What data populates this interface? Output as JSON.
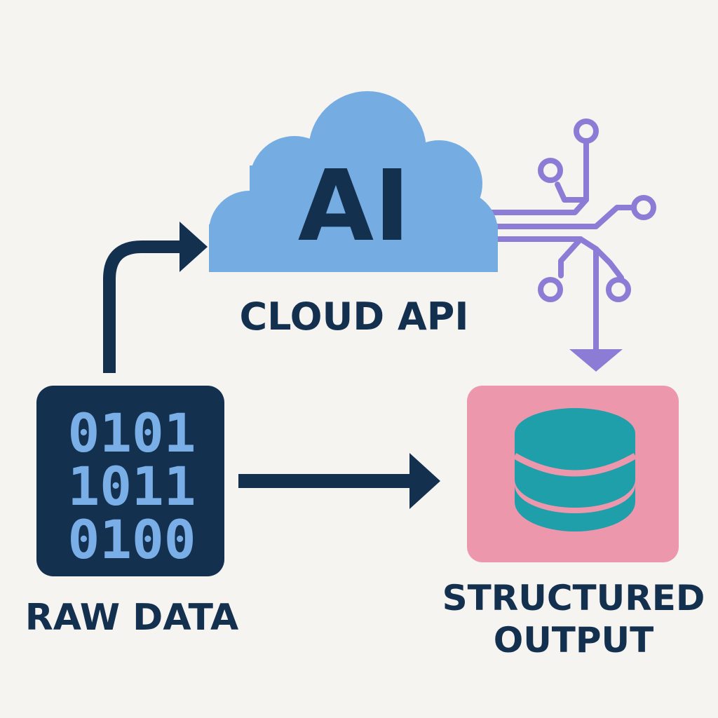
{
  "colors": {
    "background": "#f5f4f1",
    "navy": "#14304f",
    "cloud": "#75ade3",
    "purple": "#8d7cd6",
    "pink": "#ec97ac",
    "teal": "#1f9fa9",
    "binary_text": "#7aaee6"
  },
  "nodes": {
    "raw_data": {
      "label": "RAW DATA",
      "binary_lines": [
        "0101",
        "1011",
        "0100"
      ]
    },
    "cloud_api": {
      "badge": "AI",
      "label": "CLOUD API"
    },
    "structured_output": {
      "label_line1": "STRUCTURED",
      "label_line2": "OUTPUT"
    }
  },
  "icons": {
    "raw_data": "binary-code-icon",
    "cloud_api": "cloud-icon",
    "circuit": "circuit-icon",
    "structured_output": "database-icon"
  }
}
